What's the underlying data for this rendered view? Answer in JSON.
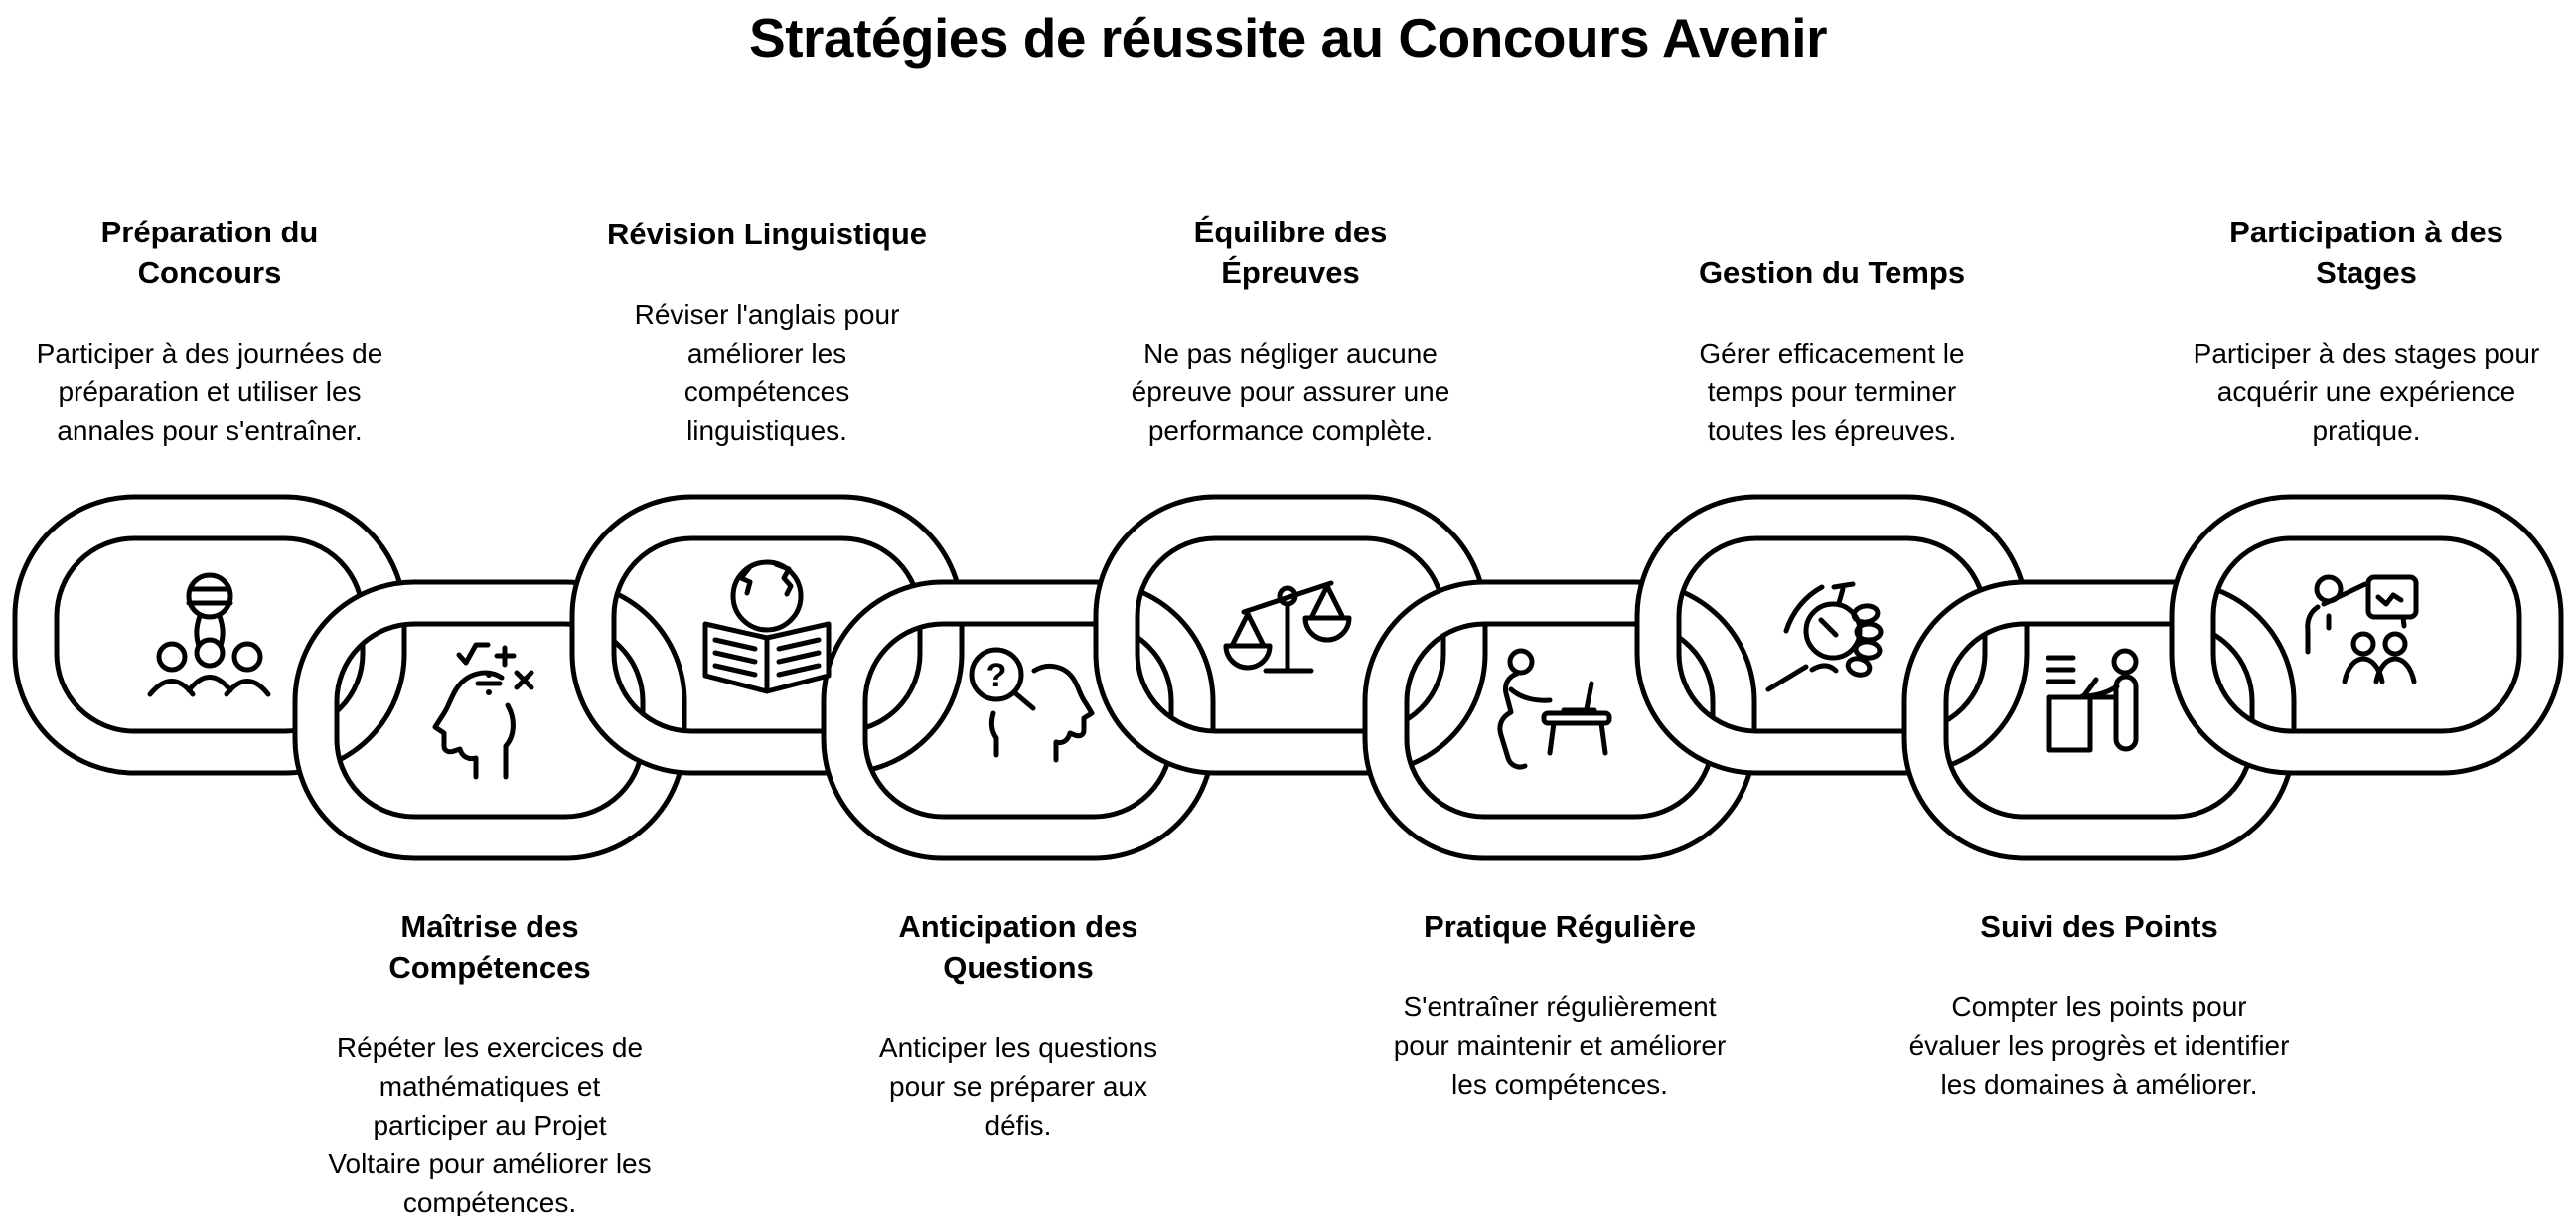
{
  "title": "Stratégies de réussite au Concours Avenir",
  "colors": {
    "background": "#ffffff",
    "line": "#000000",
    "text": "#000000"
  },
  "items": [
    {
      "row": "top",
      "icon": "audience-globe-icon",
      "title": "Préparation du Concours",
      "description": "Participer à des journées de préparation et utiliser les annales pour s'entraîner."
    },
    {
      "row": "bottom",
      "icon": "head-math-icon",
      "title": "Maîtrise des Compétences",
      "description": "Répéter les exercices de mathématiques et participer au Projet Voltaire pour améliorer les compétences."
    },
    {
      "row": "top",
      "icon": "book-globe-icon",
      "title": "Révision Linguistique",
      "description": "Réviser l'anglais pour améliorer les compétences linguistiques."
    },
    {
      "row": "bottom",
      "icon": "head-question-icon",
      "title": "Anticipation des Questions",
      "description": "Anticiper les questions pour se préparer aux défis."
    },
    {
      "row": "top",
      "icon": "balance-scale-icon",
      "title": "Équilibre des Épreuves",
      "description": "Ne pas négliger aucune épreuve pour assurer une performance complète."
    },
    {
      "row": "bottom",
      "icon": "person-desk-icon",
      "title": "Pratique Régulière",
      "description": "S'entraîner régulièrement pour maintenir et améliorer les compétences."
    },
    {
      "row": "top",
      "icon": "hand-stopwatch-icon",
      "title": "Gestion du Temps",
      "description": "Gérer efficacement le temps pour terminer toutes les épreuves."
    },
    {
      "row": "bottom",
      "icon": "person-checklist-icon",
      "title": "Suivi des Points",
      "description": "Compter les points pour évaluer les progrès et identifier les domaines à améliorer."
    },
    {
      "row": "top",
      "icon": "presentation-audience-icon",
      "title": "Participation à des Stages",
      "description": "Participer à des stages pour acquérir une expérience pratique."
    }
  ]
}
